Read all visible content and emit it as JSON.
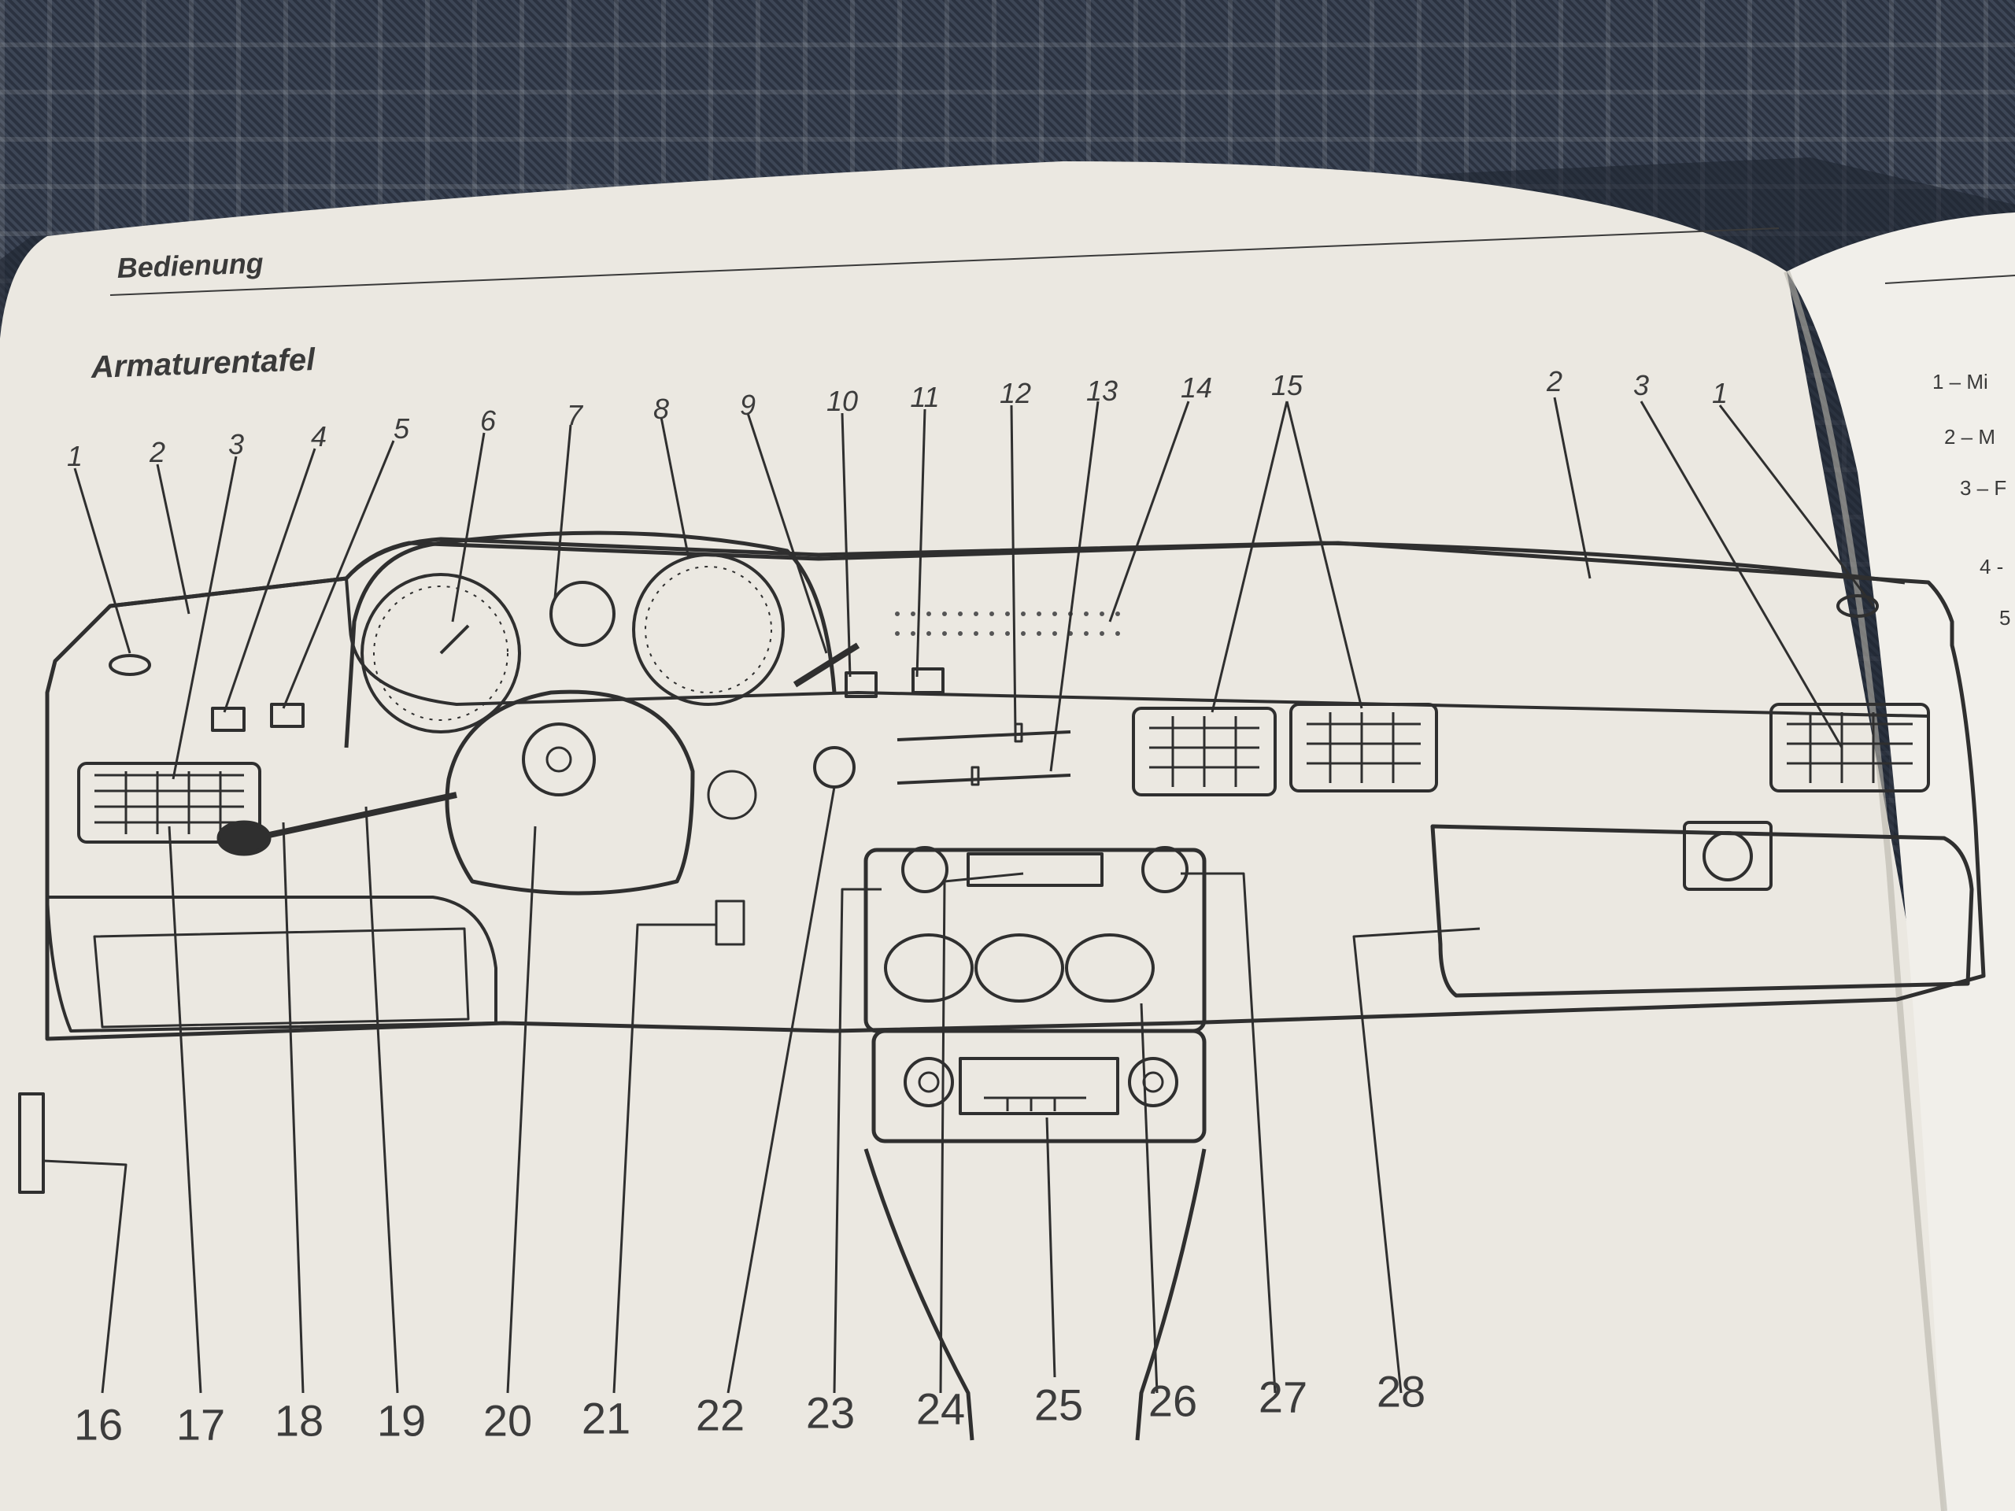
{
  "page": {
    "header": "Bedienung",
    "title": "Armaturentafel"
  },
  "top_callouts": [
    "1",
    "2",
    "3",
    "4",
    "5",
    "6",
    "7",
    "8",
    "9",
    "10",
    "11",
    "12",
    "13",
    "14",
    "15",
    "2",
    "3",
    "1"
  ],
  "bottom_callouts": [
    "16",
    "17",
    "18",
    "19",
    "20",
    "21",
    "22",
    "23",
    "24",
    "25",
    "26",
    "27",
    "28"
  ],
  "legend_fragments": [
    "1 – Mi",
    "2 – M",
    "3 – F",
    "4 -",
    "5"
  ],
  "colors": {
    "paper": "#ece9e2",
    "ink": "#2f2f2f",
    "fabric": "#333b4a"
  }
}
